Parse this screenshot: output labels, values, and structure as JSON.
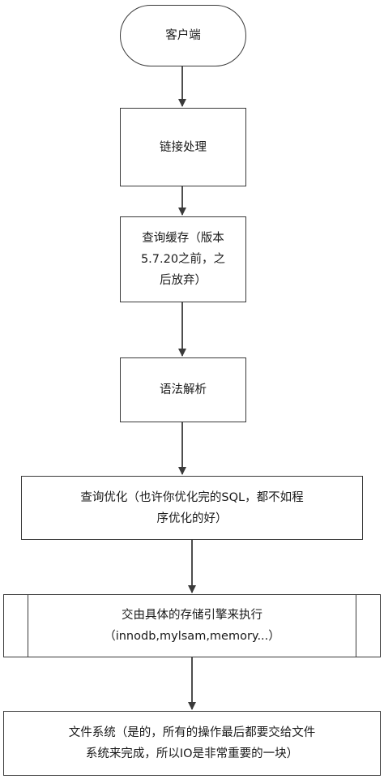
{
  "nodes": {
    "client": {
      "label": "客户端"
    },
    "connection": {
      "label": "链接处理"
    },
    "query_cache": {
      "lines": [
        "查询缓存（版本",
        "5.7.20之前，之",
        "后放弃）"
      ]
    },
    "parser": {
      "label": "语法解析"
    },
    "optimizer": {
      "lines": [
        "查询优化（也许你优化完的SQL，都不如程",
        "序优化的好）"
      ]
    },
    "engine": {
      "lines": [
        "交由具体的存储引擎来执行",
        "（innodb,mylsam,memory...）"
      ]
    },
    "filesystem": {
      "lines": [
        "文件系统（是的，所有的操作最后都要交给文件",
        "系统来完成，所以IO是非常重要的一块）"
      ]
    }
  },
  "edges": [
    {
      "from": "client",
      "to": "connection"
    },
    {
      "from": "connection",
      "to": "query_cache"
    },
    {
      "from": "query_cache",
      "to": "parser"
    },
    {
      "from": "parser",
      "to": "optimizer"
    },
    {
      "from": "optimizer",
      "to": "engine"
    },
    {
      "from": "engine",
      "to": "filesystem"
    }
  ]
}
